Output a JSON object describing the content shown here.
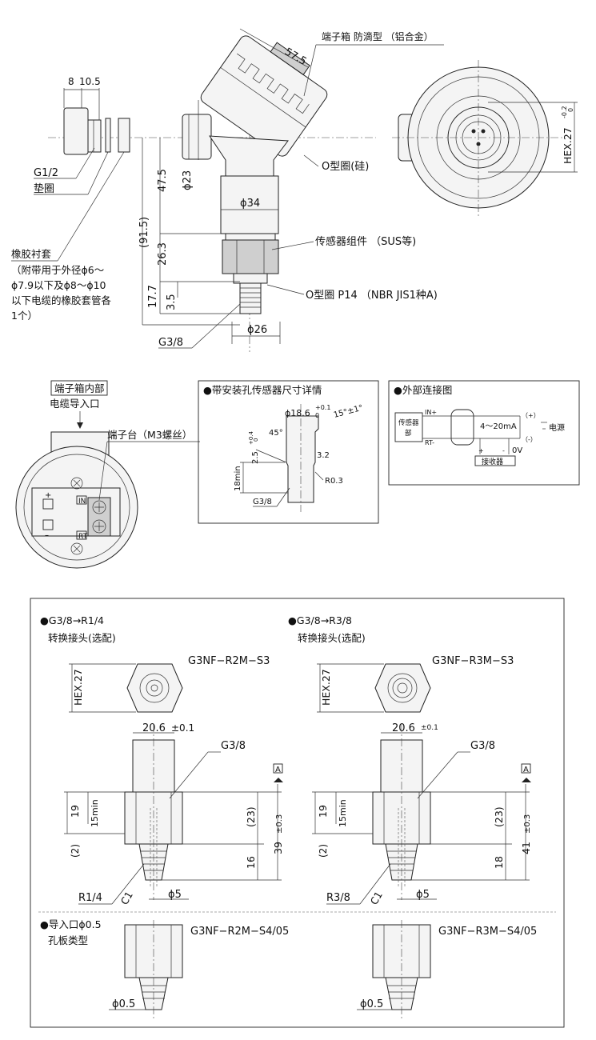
{
  "top_view": {
    "d_57_5": "57.5",
    "terminal_box": "端子箱 防滴型 （铝合金）",
    "d_8": "8",
    "d_10_5": "10.5",
    "g12": "G1/2",
    "gasket": "垫圈",
    "d_phi23": "ϕ23",
    "d_47_5": "47.5",
    "oring_si": "O型圈(硅)",
    "d_phi34": "ϕ34",
    "d_91_5": "(91.5)",
    "sensor_assy": "传感器组件 （SUS等)",
    "d_26_3": "26.3",
    "rubber": "橡胶衬套",
    "rubber_note": [
      "（附带用于外径ϕ6～",
      "ϕ7.9以下及ϕ8～ϕ10",
      "以下电缆的橡胶套管各",
      "1个）"
    ],
    "d_17_7": "17.7",
    "d_3_5": "3.5",
    "oring_p14": "O型圈  P14 （NBR JIS1种A)",
    "g38": "G3/8",
    "d_phi26": "ϕ26",
    "hex27_side": "HEX.27",
    "hex27_tol": "-0.2",
    "hex27_tol2": "0"
  },
  "terminal": {
    "label_box": "端子箱内部",
    "inlet": "电缆导入口",
    "block": "端子台（M3螺丝）",
    "plus": "+",
    "minus": "–",
    "in": "IN",
    "rt": "RT"
  },
  "hole_detail": {
    "title": "●带安装孔传感器尺寸详情",
    "phi186": "ϕ18.6",
    "tol_p": "+0.1",
    "tol_0": "0",
    "ang15": "15°±1°",
    "ang45": "45°",
    "d_2_5": "2.5",
    "tol_04": "+0.4",
    "tol_04b": "0",
    "d_3_2": "3.2",
    "min18": "18min",
    "r03": "R0.3",
    "g38": "G3/8"
  },
  "wiring": {
    "title": "●外部连接图",
    "sensor": [
      "传感器",
      "部"
    ],
    "in": "IN+",
    "rt": "RT-",
    "current": "4～20mA",
    "pos": "（+）",
    "neg": "（-）",
    "supply": "电源",
    "ov": "0V",
    "plus": "+",
    "minus": "-",
    "receiver": "接收器"
  },
  "adapters": {
    "a1_title": "●G3/8→R1/4",
    "a1_sub": "转换接头(选配)",
    "a1_model": "G3NF−R2M−S3",
    "a2_title": "●G3/8→R3/8",
    "a2_sub": "转换接头(选配)",
    "a2_model": "G3NF−R3M−S3",
    "hex27": "HEX.27",
    "d_206": "20.6",
    "tol01": "±0.1",
    "g38": "G3/8",
    "datum": "A",
    "d_19": "19",
    "min15": "15min",
    "d_23": "(23)",
    "d_39": "39",
    "d_41": "41",
    "tol03": "±0.3",
    "d_2": "(2)",
    "d_16": "16",
    "d_18": "18",
    "r14": "R1/4",
    "r38": "R3/8",
    "c1": "C1",
    "phi5": "ϕ5",
    "orifice_title": "●导入口ϕ0.5",
    "orifice_sub": "孔板类型",
    "o1_model": "G3NF−R2M−S4/05",
    "o2_model": "G3NF−R3M−S4/05",
    "phi05": "ϕ0.5"
  }
}
